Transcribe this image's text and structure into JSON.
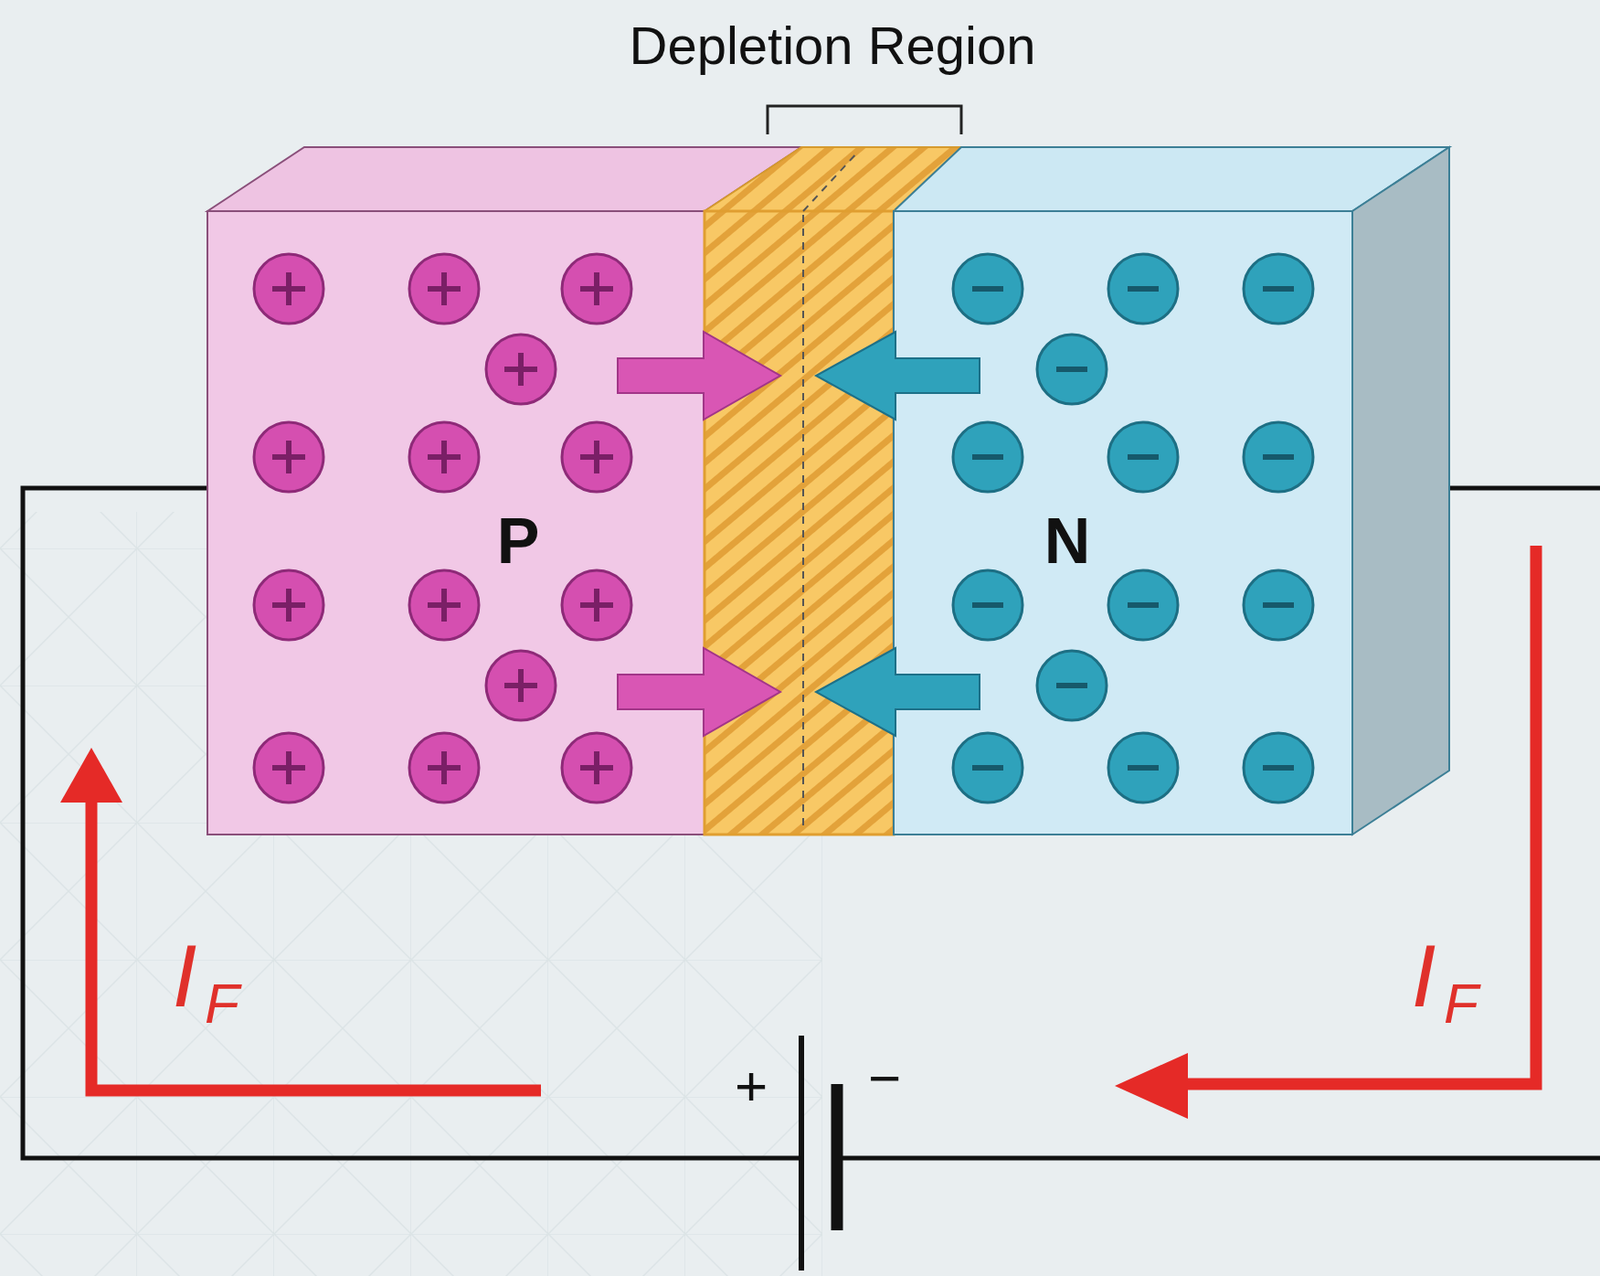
{
  "diagram": {
    "nodes": [
      {
        "text": [
          "P"
        ]
      },
      {
        "text": [
          "Depletion Region"
        ]
      },
      {
        "text": [
          "N"
        ]
      }
    ],
    "labels": [
      "+",
      "−",
      "I",
      "F",
      "I",
      "F"
    ]
  }
}
